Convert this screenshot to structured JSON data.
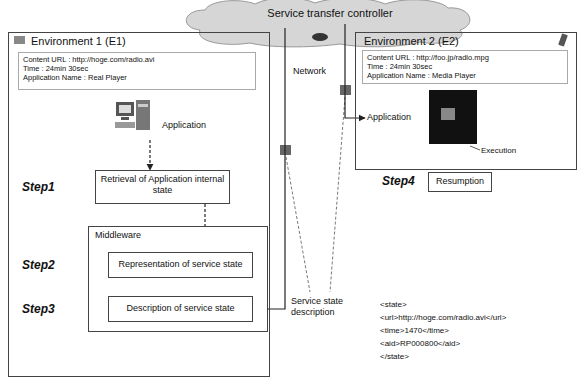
{
  "diagram": {
    "nodes": [
      {
        "text": [
          "Service transfer controller"
        ]
      },
      {
        "text": [
          "Environment 1 (E1)"
        ]
      },
      {
        "text": [
          "Content URL : http://hoge.com/radio.avi",
          "Time : 24min 30sec",
          "Application Name : Real Player"
        ],
        "in": 1
      },
      {
        "text": [
          "Application"
        ],
        "in": 1
      },
      {
        "text": [
          "Retrieval of Application internal state"
        ],
        "in": 1
      },
      {
        "text": [
          "Middleware"
        ],
        "in": 1
      },
      {
        "text": [
          "Representation of service state"
        ],
        "in": 5
      },
      {
        "text": [
          "Description of service state"
        ],
        "in": 5
      },
      {
        "text": [
          "Environment 2 (E2)"
        ]
      },
      {
        "text": [
          "Content URL : http://foo.jp/radio.mpg",
          "Time : 24min 30sec",
          "Application Name : Media Player"
        ],
        "in": 8
      },
      {
        "text": [
          "Application"
        ],
        "in": 8
      },
      {
        "text": [
          "Resumption"
        ]
      }
    ],
    "edges": [
      {
        "from": 3,
        "to": 4,
        "arrow": "to"
      },
      {
        "from": 4,
        "to": 6,
        "arrow": "to"
      },
      {
        "from": 7,
        "to": 0,
        "arrow": "none"
      },
      {
        "from": 0,
        "to": 10,
        "arrow": "to"
      }
    ],
    "labels": [
      "Step1",
      "Step2",
      "Step3",
      "Step4",
      "Network",
      "Service state description",
      "Execution",
      "<state>",
      "<url>http://hoge.com/radio.avi</url>",
      "<time>1470</time>",
      "<aid>RP000800</aid>",
      "</state>"
    ]
  }
}
